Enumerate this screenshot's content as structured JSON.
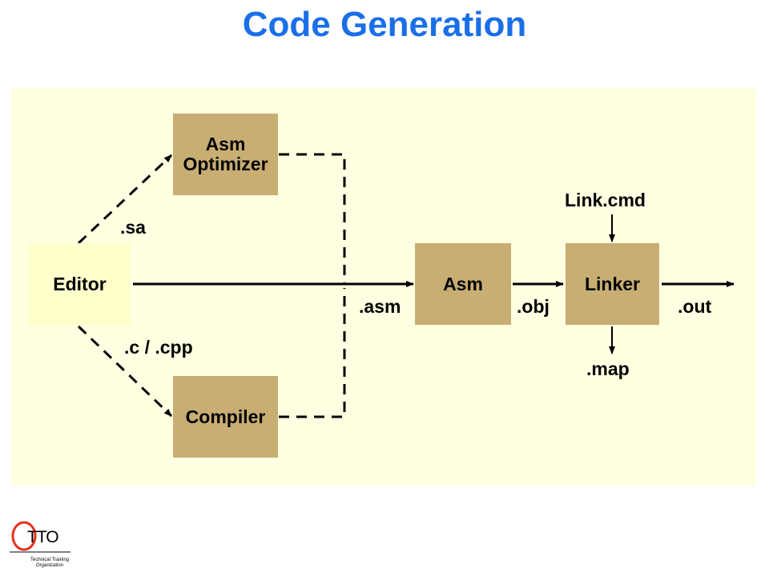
{
  "title": "Code Generation",
  "colors": {
    "title": "#1a6fe8",
    "panel": "#ffffe1",
    "box": "#c8ae73",
    "editor_box": "#ffffcc",
    "logo_ring": "#e8301c"
  },
  "nodes": {
    "editor": "Editor",
    "asm_optimizer": "Asm\nOptimizer",
    "compiler": "Compiler",
    "asm": "Asm",
    "linker": "Linker"
  },
  "labels": {
    "sa": ".sa",
    "c_cpp": ".c / .cpp",
    "asm_ext": ".asm",
    "obj": ".obj",
    "out": ".out",
    "link_cmd": "Link.cmd",
    "map": ".map"
  },
  "logo": {
    "letters": "TTO",
    "line1": "Technical Training",
    "line2": "Organization"
  }
}
